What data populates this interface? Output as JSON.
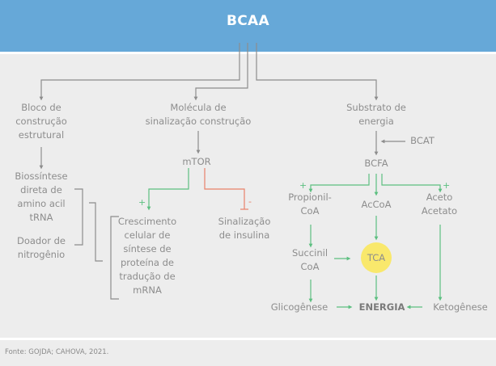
{
  "header": {
    "title": "BCAA",
    "color": "#66a8d8"
  },
  "nodes": {
    "bloco": "Bloco de\nconstrução\nestrutural",
    "molecula": "Molécula de\nsinalização construção",
    "substrato": "Substrato de\nenergia",
    "biossintese": "Biossíntese\ndireta de\namino acil\ntRNA",
    "doador": "Doador de\nnitrogênio",
    "mtor": "mTOR",
    "crescimento": "Crescimento\ncelular de\nsíntese de\nproteína de\ntradução de\nmRNA",
    "sinalizacao": "Sinalização\nde insulina",
    "bcat": "BCAT",
    "bcfa": "BCFA",
    "propionil": "Propionil-\nCoA",
    "accoa": "AcCoA",
    "aceto": "Aceto\nAcetato",
    "succinil": "Succinil\nCoA",
    "tca": "TCA",
    "glicogenese": "Glicogênese",
    "energia": "ENERGIA",
    "ketogenese": "Ketogênese"
  },
  "signs": {
    "plus": "+",
    "minus": "-"
  },
  "colors": {
    "activation": "#5cbf80",
    "inhibition": "#e8826a",
    "neutral": "#8d8d8d",
    "tca": "#f9e86c"
  },
  "footer": {
    "source": "Fonte: GOJDA; CAHOVA, 2021."
  }
}
